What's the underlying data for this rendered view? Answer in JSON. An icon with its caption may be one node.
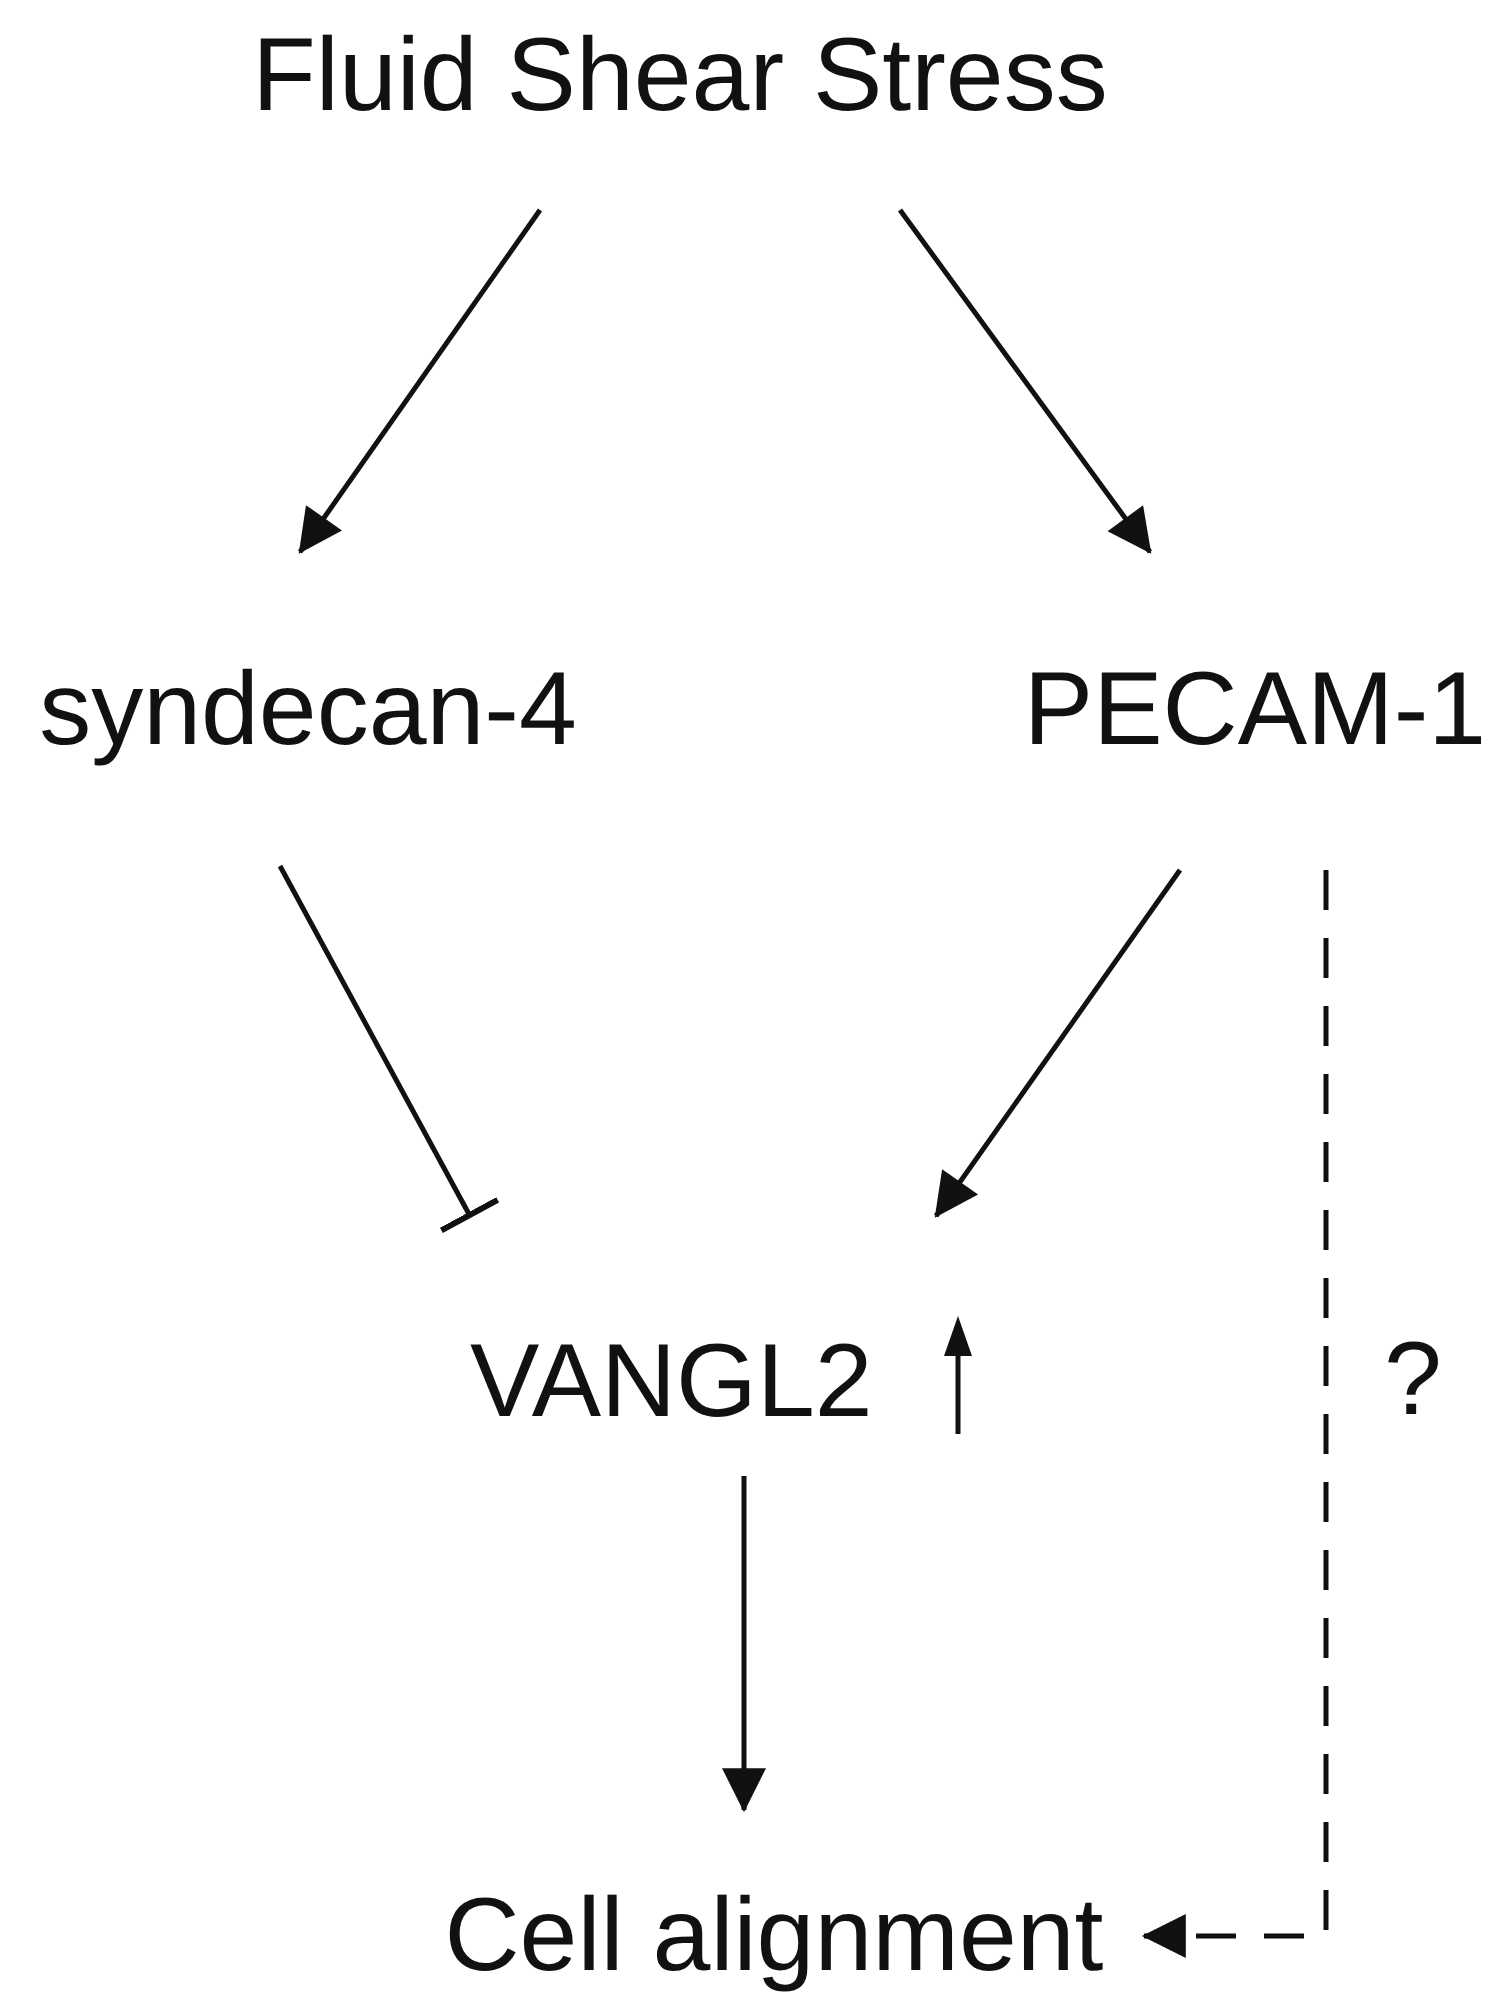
{
  "diagram": {
    "nodes": [
      {
        "text": [
          "Fluid Shear Stress"
        ]
      },
      {
        "text": [
          "syndecan-4"
        ]
      },
      {
        "text": [
          "PECAM-1"
        ]
      },
      {
        "text": [
          "VANGL2"
        ]
      },
      {
        "text": [
          "Cell alignment"
        ]
      }
    ],
    "edges": [
      {
        "from": 0,
        "to": 1,
        "arrow": "to"
      },
      {
        "from": 0,
        "to": 2,
        "arrow": "to"
      },
      {
        "from": 1,
        "to": 3,
        "arrow": "other"
      },
      {
        "from": 2,
        "to": 3,
        "arrow": "to"
      },
      {
        "from": 3,
        "to": 4,
        "arrow": "to"
      },
      {
        "from": 2,
        "to": 4,
        "arrow": "to",
        "label": "?",
        "style": "dashed"
      }
    ]
  }
}
